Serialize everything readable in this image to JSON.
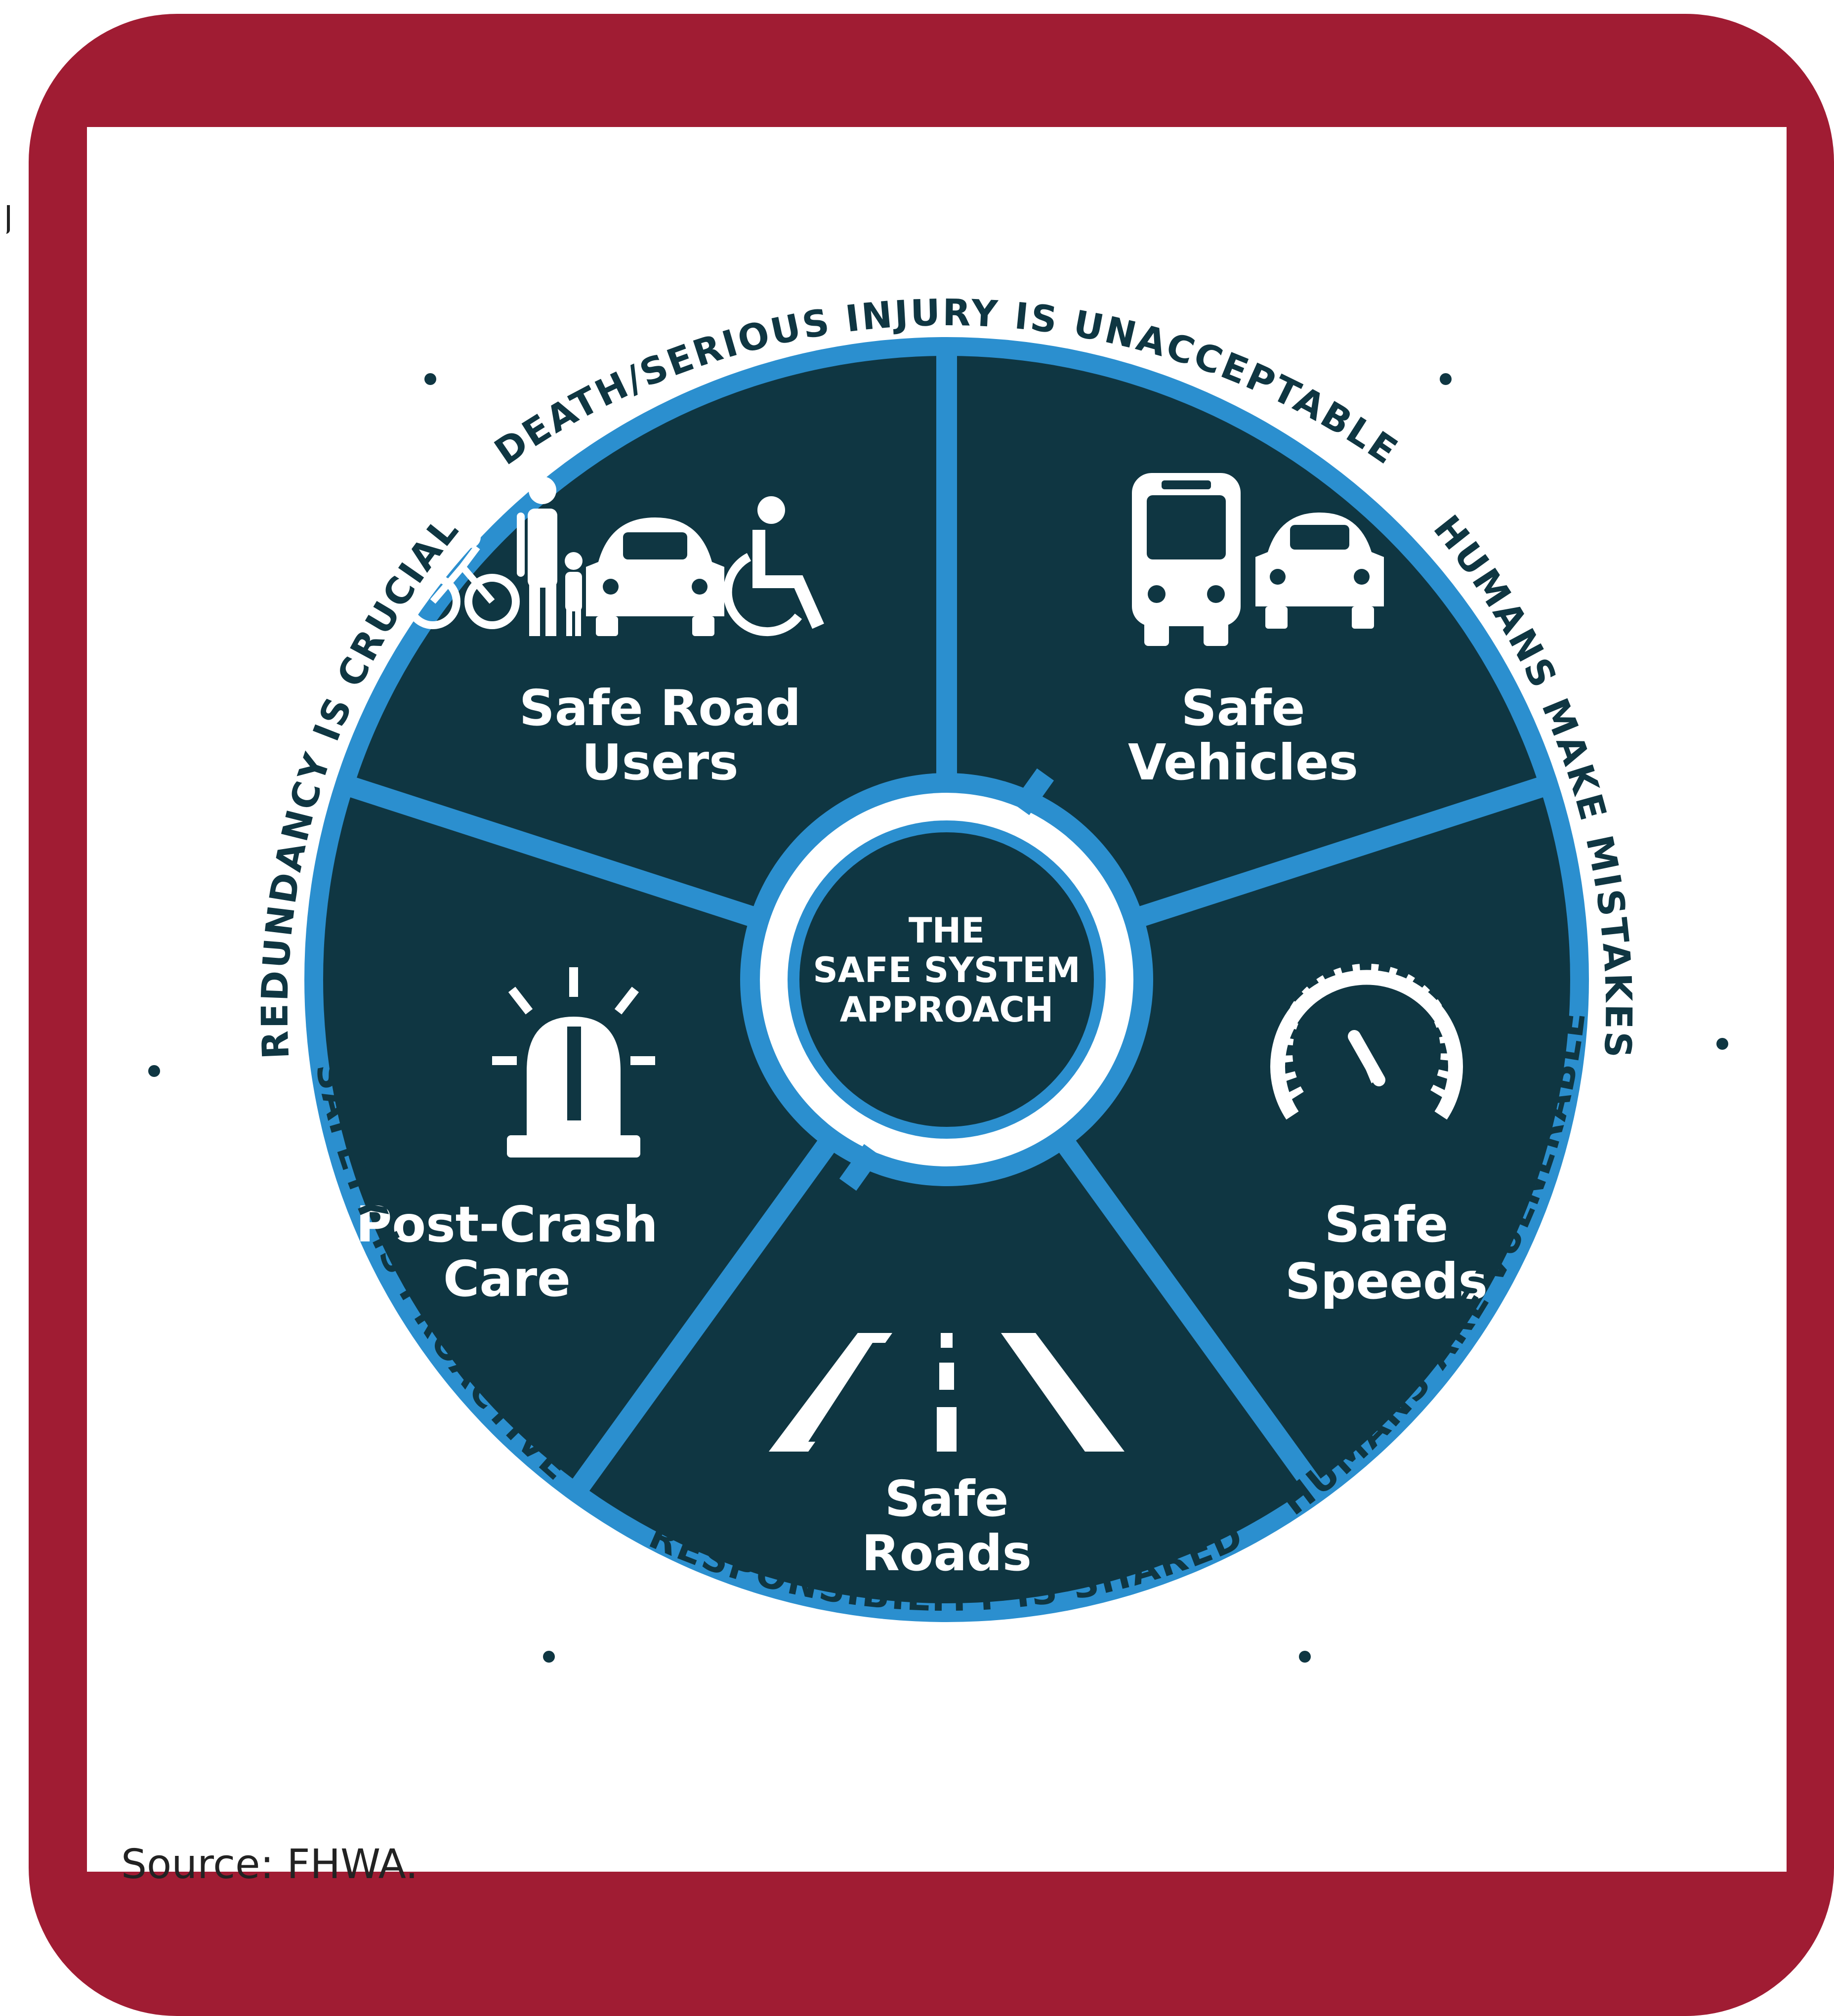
{
  "colors": {
    "frame": "#a01c33",
    "card": "#ffffff",
    "segment": "#0f3642",
    "ring": "#2b8fcf",
    "text_dark": "#0f3642",
    "icon": "#ffffff"
  },
  "center": {
    "line1": "THE",
    "line2": "SAFE SYSTEM",
    "line3": "APPROACH"
  },
  "segments": [
    {
      "line1": "Safe Road",
      "line2": "Users",
      "icon": "road-users-icon"
    },
    {
      "line1": "Safe",
      "line2": "Vehicles",
      "icon": "bus-car-icon"
    },
    {
      "line1": "Safe",
      "line2": "Speeds",
      "icon": "speedometer-icon"
    },
    {
      "line1": "Safe",
      "line2": "Roads",
      "icon": "road-icon"
    },
    {
      "line1": "Post-Crash",
      "line2": "Care",
      "icon": "emergency-light-icon"
    }
  ],
  "principles": [
    "DEATH/SERIOUS INJURY IS UNACCEPTABLE",
    "HUMANS MAKE MISTAKES",
    "HUMANS ARE VULNERABLE",
    "RESPONSIBILITY IS SHARED",
    "SAFETY IS PROACTIVE",
    "REDUNDANCY IS CRUCIAL"
  ],
  "source": "Source: FHWA."
}
